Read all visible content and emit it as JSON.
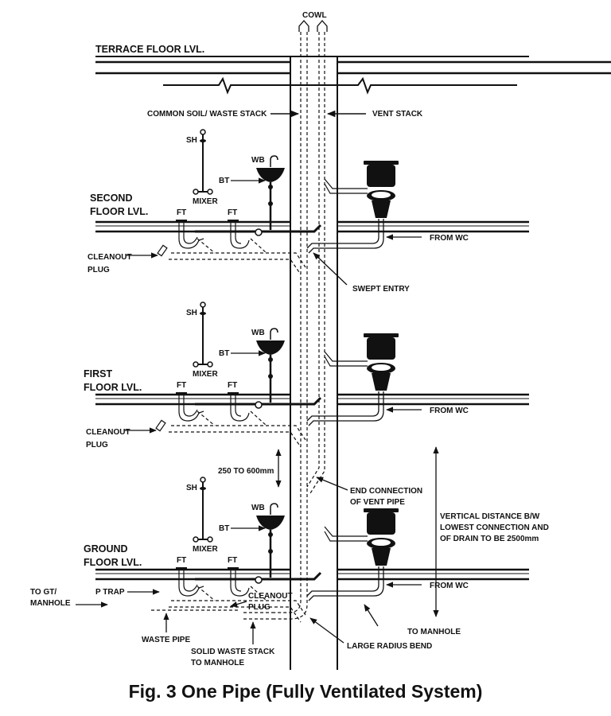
{
  "caption": "Fig. 3  One Pipe (Fully Ventilated System)",
  "labels": {
    "cowl": "COWL",
    "terrace": "TERRACE FLOOR LVL.",
    "common_stack": "COMMON SOIL/ WASTE STACK",
    "vent_stack": "VENT STACK",
    "swept_entry": "SWEPT ENTRY",
    "gap": "250 TO 600mm",
    "end_connection": [
      "END CONNECTION",
      "OF VENT PIPE"
    ],
    "vertical_distance": [
      "VERTICAL DISTANCE B/W",
      "LOWEST CONNECTION AND",
      "OF DRAIN TO BE 2500mm"
    ],
    "to_gt": [
      "TO GT/",
      "MANHOLE"
    ],
    "p_trap": "P TRAP",
    "cleanout_plug": [
      "CLEANOUT",
      "PLUG"
    ],
    "waste_pipe": "WASTE PIPE",
    "solid_waste": [
      "SOLID WASTE STACK",
      "TO MANHOLE"
    ],
    "large_bend": "LARGE RADIUS BEND",
    "to_manhole": "TO MANHOLE",
    "from_wc": "FROM WC"
  },
  "fixtures": {
    "sh": "SH",
    "wb": "WB",
    "bt": "BT",
    "mixer": "MIXER",
    "ft": "FT"
  },
  "floors": {
    "second": [
      "SECOND",
      "FLOOR LVL."
    ],
    "first": [
      "FIRST",
      "FLOOR LVL."
    ],
    "ground": [
      "GROUND",
      "FLOOR LVL."
    ]
  }
}
